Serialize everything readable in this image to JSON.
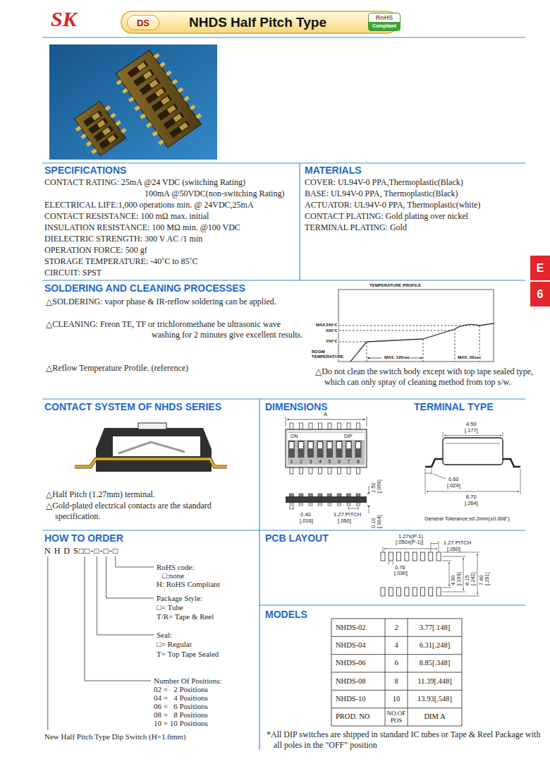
{
  "diagram": {
    "title": "NHDS Half Pitch Type",
    "nodes": [
      {
        "text": [
          "DS"
        ]
      },
      {
        "text": [
          "RoHS",
          "Compliant"
        ]
      },
      {
        "text": [
          "E"
        ]
      },
      {
        "text": [
          "6"
        ]
      }
    ],
    "labels": [
      "SK",
      "SPECIFICATIONS",
      "CONTACT RATING: 25mA @24 VDC (switching Rating)",
      "100mA @50VDC(non-switching Rating)",
      "ELECTRICAL LIFE:1,000 operations min. @ 24VDC,25mA",
      "CONTACT RESISTANCE: 100 mΩ max. initial",
      "INSULATION RESISTANCE: 100 MΩ min. @100 VDC",
      "DIELECTRIC STRENGTH: 300 V AC /1 min",
      "OPERATION FORCE: 500 gf",
      "STORAGE TEMPERATURE: -40˚C to 85˚C",
      "CIRCUIT: SPST",
      "MATERIALS",
      "COVER: UL94V-0 PPA,Thermoplastic(Black)",
      "BASE: UL94V-0 PPA, Thermoplastic(Black)",
      "ACTUATOR: UL94V-0 PPA, Thermoplastic(white)",
      "CONTACT PLATING: Gold plating over nickel",
      "TERMINAL PLATING: Gold",
      "SOLDERING AND CLEANING PROCESSES",
      "△SOLDERING: vapor phase & IR-reflow soldering can be applied.",
      "△CLEANING: Freon TE, TF or trichloromethane be ultrasonic wave washing for 2 minutes give excellent results.",
      "△Reflow Temperature Profile. (reference)",
      "TEMPERATURE PROFILE",
      "MAX",
      "240°C",
      "230°C",
      "150°C",
      "ROOM",
      "TEMPERATURE",
      "MAX. 120sec",
      "MAX. 20sec",
      "△Do not clean the switch body except with top tape sealed type, which can only spray of cleaning method from top s/w.",
      "CONTACT SYSTEM OF NHDS SERIES",
      "DIMENSIONS",
      "TERMINAL TYPE",
      "△Half Pitch (1.27mm) terminal.",
      "△Gold-plated electrical contacts are the standard specification.",
      "A",
      "ON",
      "DIP",
      "1",
      "2",
      "3",
      "4",
      "5",
      "6",
      "7",
      "8",
      "1.50",
      "[.059]",
      "0.40",
      "[.016]",
      "1.27 PITCH",
      "[.050]",
      "0.10",
      "[.004]",
      "4.50",
      "[.177]",
      "0.60",
      "[.024]",
      "6.70",
      "[.264]",
      "General Tolerance:±0.2mm(±0.008\")",
      "HOW TO ORDER",
      "PCB LAYOUT",
      "N H D S□□-□-□-□",
      "RoHS code:",
      "□:none",
      "H: RoHS Compliant",
      "Package Style:",
      "□= Tube",
      "T/R= Tape & Reel",
      "Seal:",
      "□= Regular",
      "T= Top Tape Sealed",
      "Number Of Positions:",
      "02 =   2 Positions",
      "04 =   4 Positions",
      "06 =   6 Positions",
      "08 =   8 Positions",
      "10 = 10 Positions",
      "New Half Pitch Type Dip Switch (H=1.6mm)",
      "1.27x(P-1)",
      "[.050x(P-1)]",
      "1.27 PITCH",
      "[.050]",
      "0.76",
      "[.030]",
      "4.90",
      "[.193]",
      "6.15",
      "[.242]",
      "7.40",
      "[.291]",
      "MODELS",
      "NHDS-02",
      "2",
      "3.77[.148]",
      "NHDS-04",
      "4",
      "6.31[.248]",
      "NHDS-06",
      "6",
      "8.85[.348]",
      "NHDS-08",
      "8",
      "11.39[.448]",
      "NHDS-10",
      "10",
      "13.93[.548]",
      "PROD. NO",
      "NO.OF POS",
      "DIM A",
      "*All DIP switches are shipped in standard IC tubes or Tape & Reel Package with all poles in the \"OFF\" position"
    ]
  }
}
